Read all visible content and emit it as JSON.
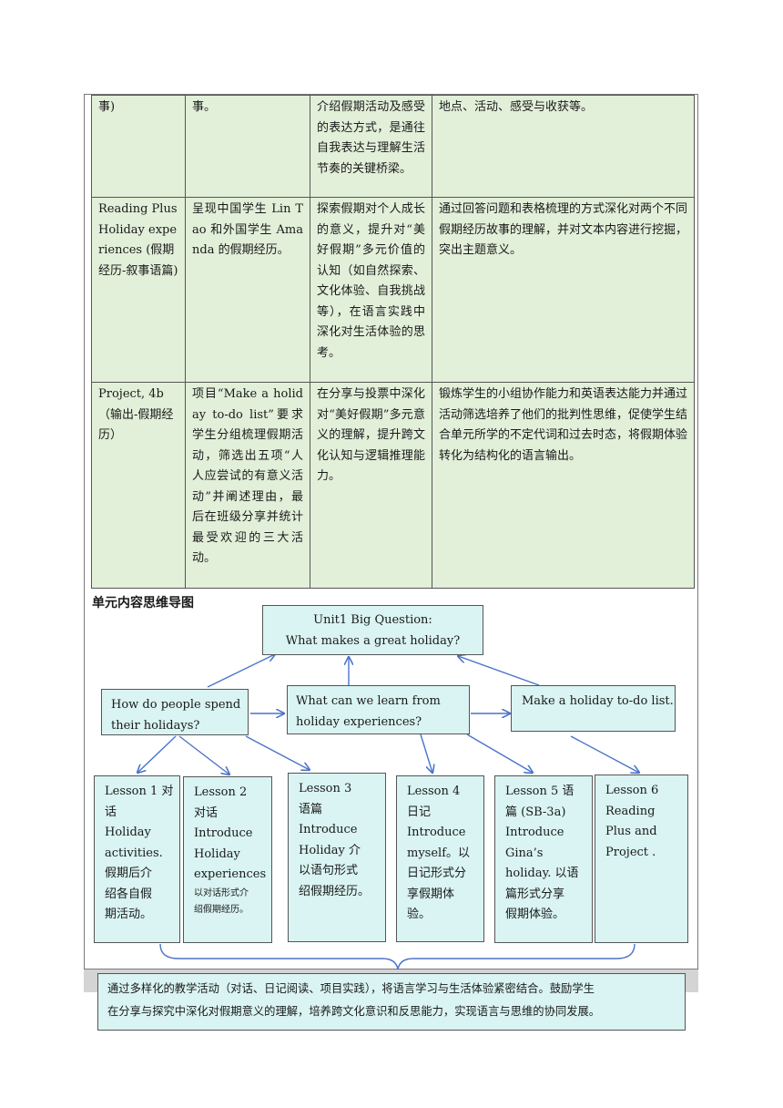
{
  "table": {
    "rows": [
      {
        "c1": "事)",
        "c2": "事。",
        "c3": "介绍假期活动及感受的表达方式，是通往自我表达与理解生活节奏的关键桥梁。",
        "c4": "地点、活动、感受与收获等。"
      },
      {
        "c1": "Reading Plus Holiday experiences (假期经历-叙事语篇)",
        "c2": "呈现中国学生 Lin Tao 和外国学生 Amanda 的假期经历。",
        "c3": "探索假期对个人成长的意义，提升对“美好假期”多元价值的认知（如自然探索、文化体验、自我挑战等），在语言实践中深化对生活体验的思考。",
        "c4": "通过回答问题和表格梳理的方式深化对两个不同假期经历故事的理解，并对文本内容进行挖掘，突出主题意义。"
      },
      {
        "c1": "Project, 4b（输出-假期经历）",
        "c2": "项目“Make a holiday to-do list”要求学生分组梳理假期活动，筛选出五项“人人应尝试的有意义活动”并阐述理由，最后在班级分享并统计最受欢迎的三大活动。",
        "c3": "在分享与投票中深化对“美好假期”多元意义的理解，提升跨文化认知与逻辑推理能力。",
        "c4": "锻炼学生的小组协作能力和英语表达能力并通过活动筛选培养了他们的批判性思维，促使学生结合单元所学的不定代词和过去时态，将假期体验转化为结构化的语言输出。"
      }
    ]
  },
  "mindmap": {
    "title": "单元内容思维导图",
    "big_question": {
      "line1": "Unit1 Big Question:",
      "line2": "What makes a great holiday?"
    },
    "q1": {
      "line1": "How do people spend",
      "line2": "their holidays?"
    },
    "q2": {
      "line1": "What can we learn from",
      "line2": "holiday experiences?"
    },
    "q3": "Make a holiday to-do list.",
    "lessons": [
      {
        "lines": [
          "Lesson 1 对",
          "话",
          "Holiday",
          "activities.",
          "假期后介",
          "绍各自假",
          "期活动。"
        ]
      },
      {
        "lines": [
          "Lesson 2",
          "对话",
          "Introduce",
          "Holiday",
          "experiences"
        ],
        "small": [
          "以对话形式介",
          "绍假期经历。"
        ]
      },
      {
        "lines": [
          "Lesson 3",
          "语篇",
          "Introduce",
          "Holiday  介",
          "以语句形式",
          "绍假期经历。"
        ]
      },
      {
        "lines": [
          "Lesson 4",
          "日记",
          "Introduce",
          "myself。以",
          "日记形式分",
          "享假期体",
          "验。"
        ]
      },
      {
        "lines": [
          "Lesson 5 语",
          "篇  (SB-3a)",
          "Introduce",
          "Gina’s",
          "holiday.  以语",
          "篇形式分享",
          "假期体验。"
        ]
      },
      {
        "lines": [
          "Lesson 6",
          "Reading",
          "Plus and",
          "Project ."
        ]
      }
    ],
    "summary": {
      "line1": "通过多样化的教学活动（对话、日记阅读、项目实践），将语言学习与生活体验紧密结合。鼓励学生",
      "line2": "在分享与探究中深化对假期意义的理解，培养跨文化意识和反思能力，实现语言与思维的协同发展。"
    },
    "colors": {
      "box_fill": "#d9f4f2",
      "table_fill": "#e2efd9",
      "arrow": "#4a74c9"
    }
  }
}
